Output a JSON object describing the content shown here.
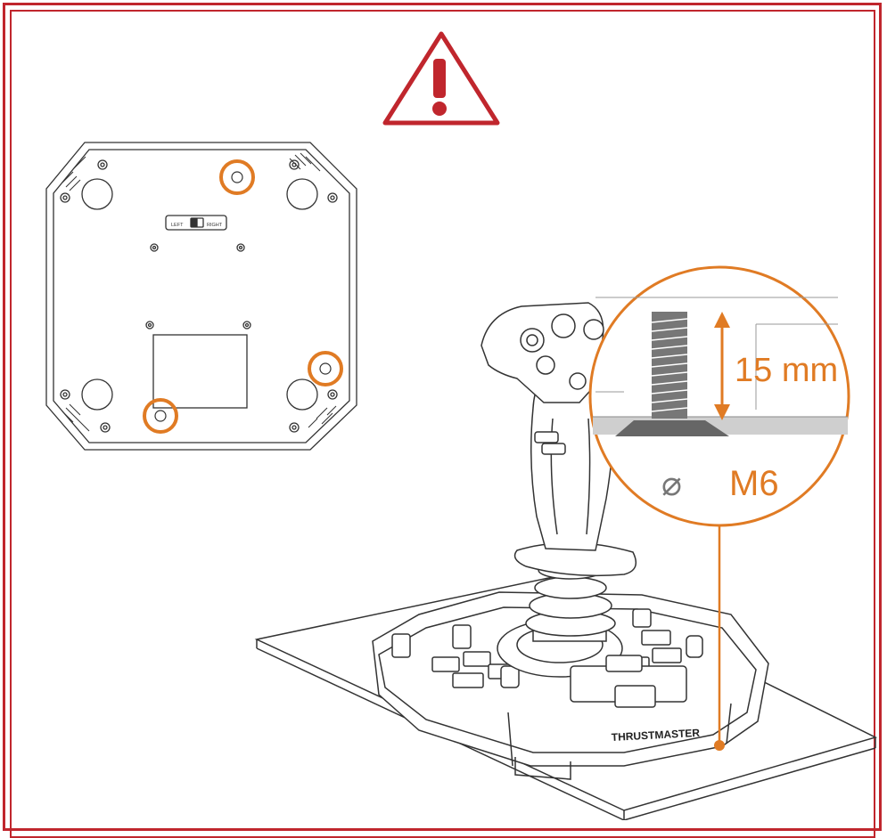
{
  "warning": {
    "icon": "warning-triangle-icon",
    "symbol": "!"
  },
  "base_plate": {
    "switch_left_label": "LEFT",
    "switch_right_label": "RIGHT"
  },
  "callout": {
    "length_label": "15 mm",
    "diameter_symbol": "⌀",
    "thread_label": "M6"
  },
  "product": {
    "brand_label": "THRUSTMASTER"
  },
  "colors": {
    "frame": "#c0262d",
    "accent": "#e07b24",
    "line": "#333333"
  }
}
